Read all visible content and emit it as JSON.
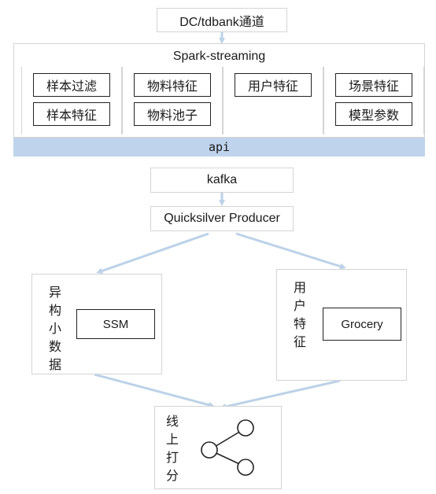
{
  "top_source": "DC/tdbank通道",
  "spark": {
    "title": "Spark-streaming",
    "modules": [
      "样本过滤",
      "样本特征",
      "物料特征",
      "物料池子",
      "用户特征",
      "场景特征",
      "模型参数"
    ]
  },
  "api_label": "api",
  "kafka_label": "kafka",
  "producer_label": "Quicksilver Producer",
  "left_group": {
    "title": "异构小数据",
    "inner": "SSM"
  },
  "right_group": {
    "title": "用户特征",
    "inner": "Grocery"
  },
  "bottom_group": {
    "title": "线上打分"
  },
  "colors": {
    "arrow": "#bcd2e8",
    "api_bar": "#bfd4ec",
    "border": "#d4d4d4"
  },
  "icons": [
    "share-icon"
  ]
}
